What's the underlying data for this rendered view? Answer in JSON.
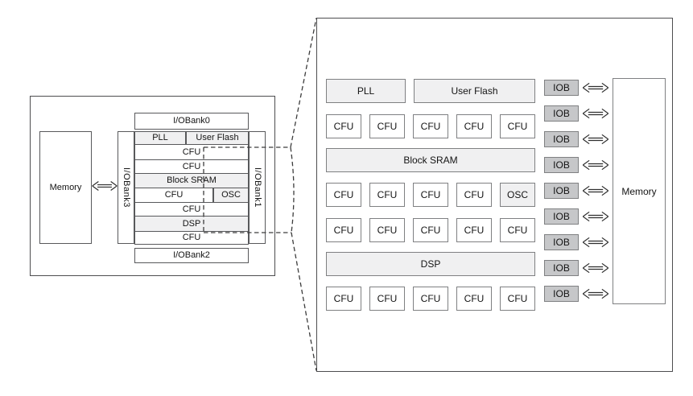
{
  "left_diagram": {
    "memory_label": "Memory",
    "bank_top": "I/OBank0",
    "bank_right": "I/OBank1",
    "bank_bottom": "I/OBank2",
    "bank_left": "I/OBank3",
    "rows": [
      {
        "cells": [
          {
            "label": "PLL",
            "shaded": true
          },
          {
            "label": "User Flash",
            "shaded": true
          }
        ]
      },
      {
        "cells": [
          {
            "label": "CFU",
            "shaded": false
          }
        ]
      },
      {
        "cells": [
          {
            "label": "CFU",
            "shaded": false
          }
        ]
      },
      {
        "cells": [
          {
            "label": "Block SRAM",
            "shaded": true
          }
        ]
      },
      {
        "cells": [
          {
            "label": "CFU",
            "shaded": false
          },
          {
            "label": "OSC",
            "shaded": true
          }
        ]
      },
      {
        "cells": [
          {
            "label": "CFU",
            "shaded": false
          }
        ]
      },
      {
        "cells": [
          {
            "label": "DSP",
            "shaded": true
          }
        ]
      },
      {
        "cells": [
          {
            "label": "CFU",
            "shaded": false
          }
        ]
      }
    ]
  },
  "right_diagram": {
    "rows": [
      {
        "kind": "blocks",
        "items": [
          {
            "label": "PLL",
            "shaded": true
          },
          {
            "label": "User Flash",
            "shaded": true
          }
        ]
      },
      {
        "kind": "cells",
        "items": [
          {
            "label": "CFU",
            "shaded": false
          },
          {
            "label": "CFU",
            "shaded": false
          },
          {
            "label": "CFU",
            "shaded": false
          },
          {
            "label": "CFU",
            "shaded": false
          },
          {
            "label": "CFU",
            "shaded": false
          }
        ]
      },
      {
        "kind": "band",
        "label": "Block SRAM",
        "shaded": true
      },
      {
        "kind": "cells",
        "items": [
          {
            "label": "CFU",
            "shaded": false
          },
          {
            "label": "CFU",
            "shaded": false
          },
          {
            "label": "CFU",
            "shaded": false
          },
          {
            "label": "CFU",
            "shaded": false
          },
          {
            "label": "OSC",
            "shaded": true
          }
        ]
      },
      {
        "kind": "cells",
        "items": [
          {
            "label": "CFU",
            "shaded": false
          },
          {
            "label": "CFU",
            "shaded": false
          },
          {
            "label": "CFU",
            "shaded": false
          },
          {
            "label": "CFU",
            "shaded": false
          },
          {
            "label": "CFU",
            "shaded": false
          }
        ]
      },
      {
        "kind": "band",
        "label": "DSP",
        "shaded": true
      },
      {
        "kind": "cells",
        "items": [
          {
            "label": "CFU",
            "shaded": false
          },
          {
            "label": "CFU",
            "shaded": false
          },
          {
            "label": "CFU",
            "shaded": false
          },
          {
            "label": "CFU",
            "shaded": false
          },
          {
            "label": "CFU",
            "shaded": false
          }
        ]
      }
    ],
    "iob_label": "IOB",
    "iob_count": 9,
    "memory_label": "Memory"
  },
  "colors": {
    "shaded_fill": "#f0f0f1",
    "iob_fill": "#c6c7c9",
    "line_dark": "#4d4d4f",
    "line_medium": "#7f8082",
    "dash_color": "#3c3c3c"
  }
}
